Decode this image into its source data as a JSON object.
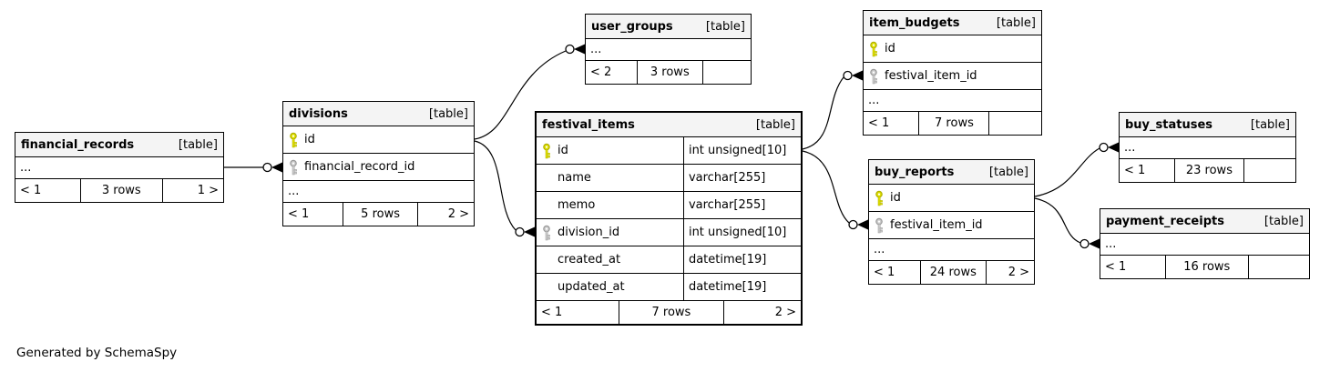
{
  "generated_by": "Generated by SchemaSpy",
  "colors": {
    "primary_key": "#e1e100",
    "primary_key_outline": "#b0b000",
    "foreign_key": "#cccccc",
    "foreign_key_outline": "#9a9a9a",
    "header_bg": "#f4f4f4",
    "border": "#000000",
    "background": "#ffffff"
  },
  "tables": [
    {
      "id": "financial_records",
      "name": "financial_records",
      "badge": "[table]",
      "emphasized": false,
      "rows": [
        {
          "label": "...",
          "key": "none",
          "type": ""
        }
      ],
      "footer": {
        "left": "< 1",
        "center": "3 rows",
        "right": "1 >"
      }
    },
    {
      "id": "divisions",
      "name": "divisions",
      "badge": "[table]",
      "emphasized": false,
      "rows": [
        {
          "label": "id",
          "key": "primary",
          "type": ""
        },
        {
          "label": "financial_record_id",
          "key": "foreign",
          "type": ""
        },
        {
          "label": "...",
          "key": "none",
          "type": ""
        }
      ],
      "footer": {
        "left": "< 1",
        "center": "5 rows",
        "right": "2 >"
      }
    },
    {
      "id": "user_groups",
      "name": "user_groups",
      "badge": "[table]",
      "emphasized": false,
      "rows": [
        {
          "label": "...",
          "key": "none",
          "type": ""
        }
      ],
      "footer": {
        "left": "< 2",
        "center": "3 rows",
        "right": ""
      }
    },
    {
      "id": "festival_items",
      "name": "festival_items",
      "badge": "[table]",
      "emphasized": true,
      "rows": [
        {
          "label": "id",
          "key": "primary",
          "type": "int unsigned[10]"
        },
        {
          "label": "name",
          "key": "none",
          "type": "varchar[255]"
        },
        {
          "label": "memo",
          "key": "none",
          "type": "varchar[255]"
        },
        {
          "label": "division_id",
          "key": "foreign",
          "type": "int unsigned[10]"
        },
        {
          "label": "created_at",
          "key": "none",
          "type": "datetime[19]"
        },
        {
          "label": "updated_at",
          "key": "none",
          "type": "datetime[19]"
        }
      ],
      "footer": {
        "left": "< 1",
        "center": "7 rows",
        "right": "2 >"
      }
    },
    {
      "id": "item_budgets",
      "name": "item_budgets",
      "badge": "[table]",
      "emphasized": false,
      "rows": [
        {
          "label": "id",
          "key": "primary",
          "type": ""
        },
        {
          "label": "festival_item_id",
          "key": "foreign",
          "type": ""
        },
        {
          "label": "...",
          "key": "none",
          "type": ""
        }
      ],
      "footer": {
        "left": "< 1",
        "center": "7 rows",
        "right": ""
      }
    },
    {
      "id": "buy_reports",
      "name": "buy_reports",
      "badge": "[table]",
      "emphasized": false,
      "rows": [
        {
          "label": "id",
          "key": "primary",
          "type": ""
        },
        {
          "label": "festival_item_id",
          "key": "foreign",
          "type": ""
        },
        {
          "label": "...",
          "key": "none",
          "type": ""
        }
      ],
      "footer": {
        "left": "< 1",
        "center": "24 rows",
        "right": "2 >"
      }
    },
    {
      "id": "buy_statuses",
      "name": "buy_statuses",
      "badge": "[table]",
      "emphasized": false,
      "rows": [
        {
          "label": "...",
          "key": "none",
          "type": ""
        }
      ],
      "footer": {
        "left": "< 1",
        "center": "23 rows",
        "right": ""
      }
    },
    {
      "id": "payment_receipts",
      "name": "payment_receipts",
      "badge": "[table]",
      "emphasized": false,
      "rows": [
        {
          "label": "...",
          "key": "none",
          "type": ""
        }
      ],
      "footer": {
        "left": "< 1",
        "center": "16 rows",
        "right": ""
      }
    }
  ],
  "relationships": [
    {
      "from": "financial_records",
      "to": "divisions.financial_record_id"
    },
    {
      "from": "divisions.id",
      "to": "user_groups"
    },
    {
      "from": "divisions.id",
      "to": "festival_items.division_id"
    },
    {
      "from": "festival_items.id",
      "to": "item_budgets.festival_item_id"
    },
    {
      "from": "festival_items.id",
      "to": "buy_reports.festival_item_id"
    },
    {
      "from": "buy_reports.id",
      "to": "buy_statuses"
    },
    {
      "from": "buy_reports.id",
      "to": "payment_receipts"
    }
  ]
}
